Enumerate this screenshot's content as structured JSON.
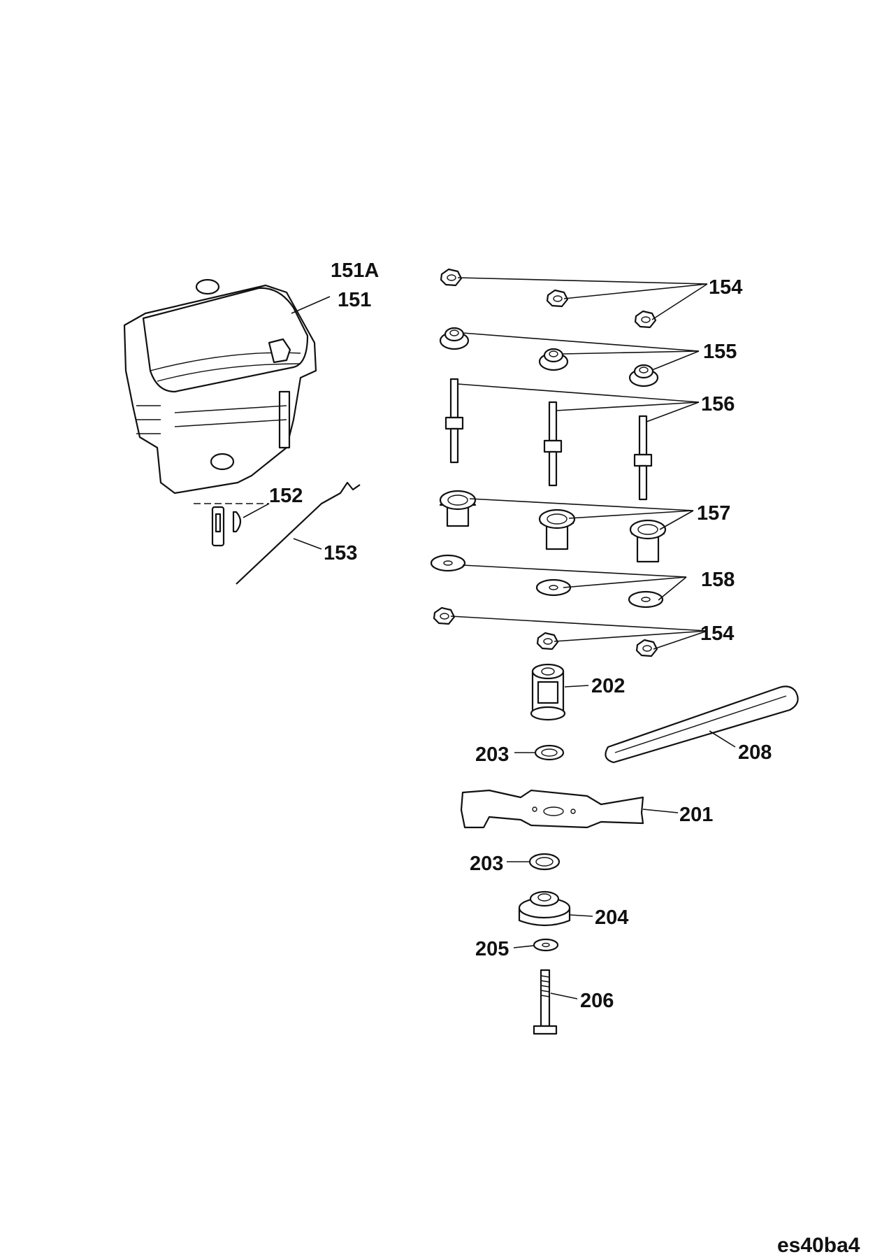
{
  "labels": {
    "l151a": "151A",
    "l151": "151",
    "l152": "152",
    "l153": "153",
    "l154a": "154",
    "l155": "155",
    "l156": "156",
    "l157": "157",
    "l158": "158",
    "l154b": "154",
    "l202": "202",
    "l203a": "203",
    "l208": "208",
    "l201": "201",
    "l203b": "203",
    "l204": "204",
    "l205": "205",
    "l206": "206"
  },
  "drawing_code": "es40ba4"
}
